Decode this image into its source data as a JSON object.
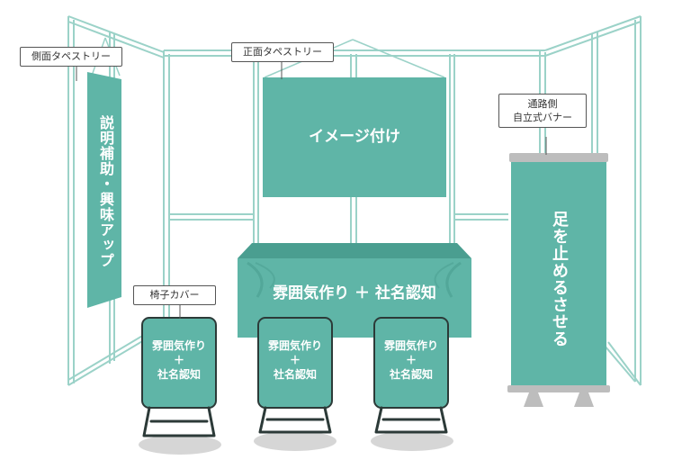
{
  "colors": {
    "teal": "#5fb5a7",
    "teal_dark": "#4a9e90",
    "frame": "#9bd2c8",
    "outline": "#2c3a38",
    "shadow": "#d6d6d6",
    "stand": "#bdbdbd"
  },
  "callouts": {
    "side_tapestry": "側面タペストリー",
    "front_tapestry": "正面タペストリー",
    "aisle_banner_line1": "通路側",
    "aisle_banner_line2": "自立式バナー",
    "chair_cover": "椅子カバー"
  },
  "side_tapestry_text": "説明補助・興味アップ",
  "front_tapestry_text": "イメージ付け",
  "table_cover_text": "雰囲気作り ＋ 社名認知",
  "banner_text": "足を止めるさせる",
  "chairs": [
    {
      "line1": "雰囲気作り",
      "line2": "＋",
      "line3": "社名認知"
    },
    {
      "line1": "雰囲気作り",
      "line2": "＋",
      "line3": "社名認知"
    },
    {
      "line1": "雰囲気作り",
      "line2": "＋",
      "line3": "社名認知"
    }
  ]
}
